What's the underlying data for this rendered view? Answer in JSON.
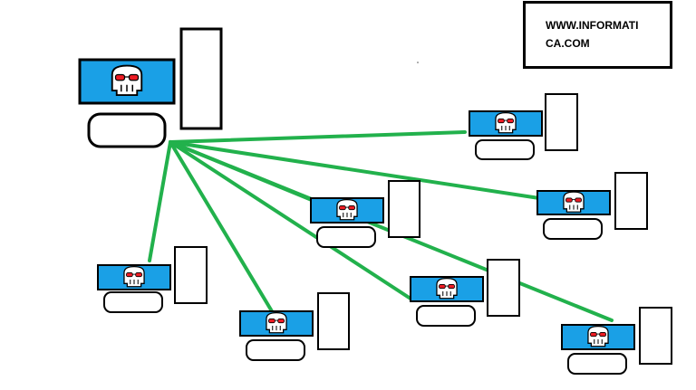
{
  "label": {
    "line1": "WWW.INFORMATI",
    "line2": "CA.COM"
  },
  "colors": {
    "screen": "#1aa0e6",
    "outline": "#000000",
    "link": "#22b14c",
    "face_red": "#ed1c24",
    "background": "#ffffff"
  },
  "diagram": {
    "hub": {
      "name": "server-computer",
      "icon": "computer-icon"
    },
    "clients": [
      {
        "name": "client-computer-1",
        "icon": "computer-icon"
      },
      {
        "name": "client-computer-2",
        "icon": "computer-icon"
      },
      {
        "name": "client-computer-3",
        "icon": "computer-icon"
      },
      {
        "name": "client-computer-4",
        "icon": "computer-icon"
      },
      {
        "name": "client-computer-5",
        "icon": "computer-icon"
      },
      {
        "name": "client-computer-6",
        "icon": "computer-icon"
      },
      {
        "name": "client-computer-7",
        "icon": "computer-icon"
      }
    ],
    "links": [
      {
        "from": "server-computer",
        "to": "client-computer-1"
      },
      {
        "from": "server-computer",
        "to": "client-computer-2"
      },
      {
        "from": "server-computer",
        "to": "client-computer-3"
      },
      {
        "from": "server-computer",
        "to": "client-computer-4"
      },
      {
        "from": "server-computer",
        "to": "client-computer-5"
      },
      {
        "from": "server-computer",
        "to": "client-computer-6"
      },
      {
        "from": "server-computer",
        "to": "client-computer-7"
      }
    ]
  }
}
